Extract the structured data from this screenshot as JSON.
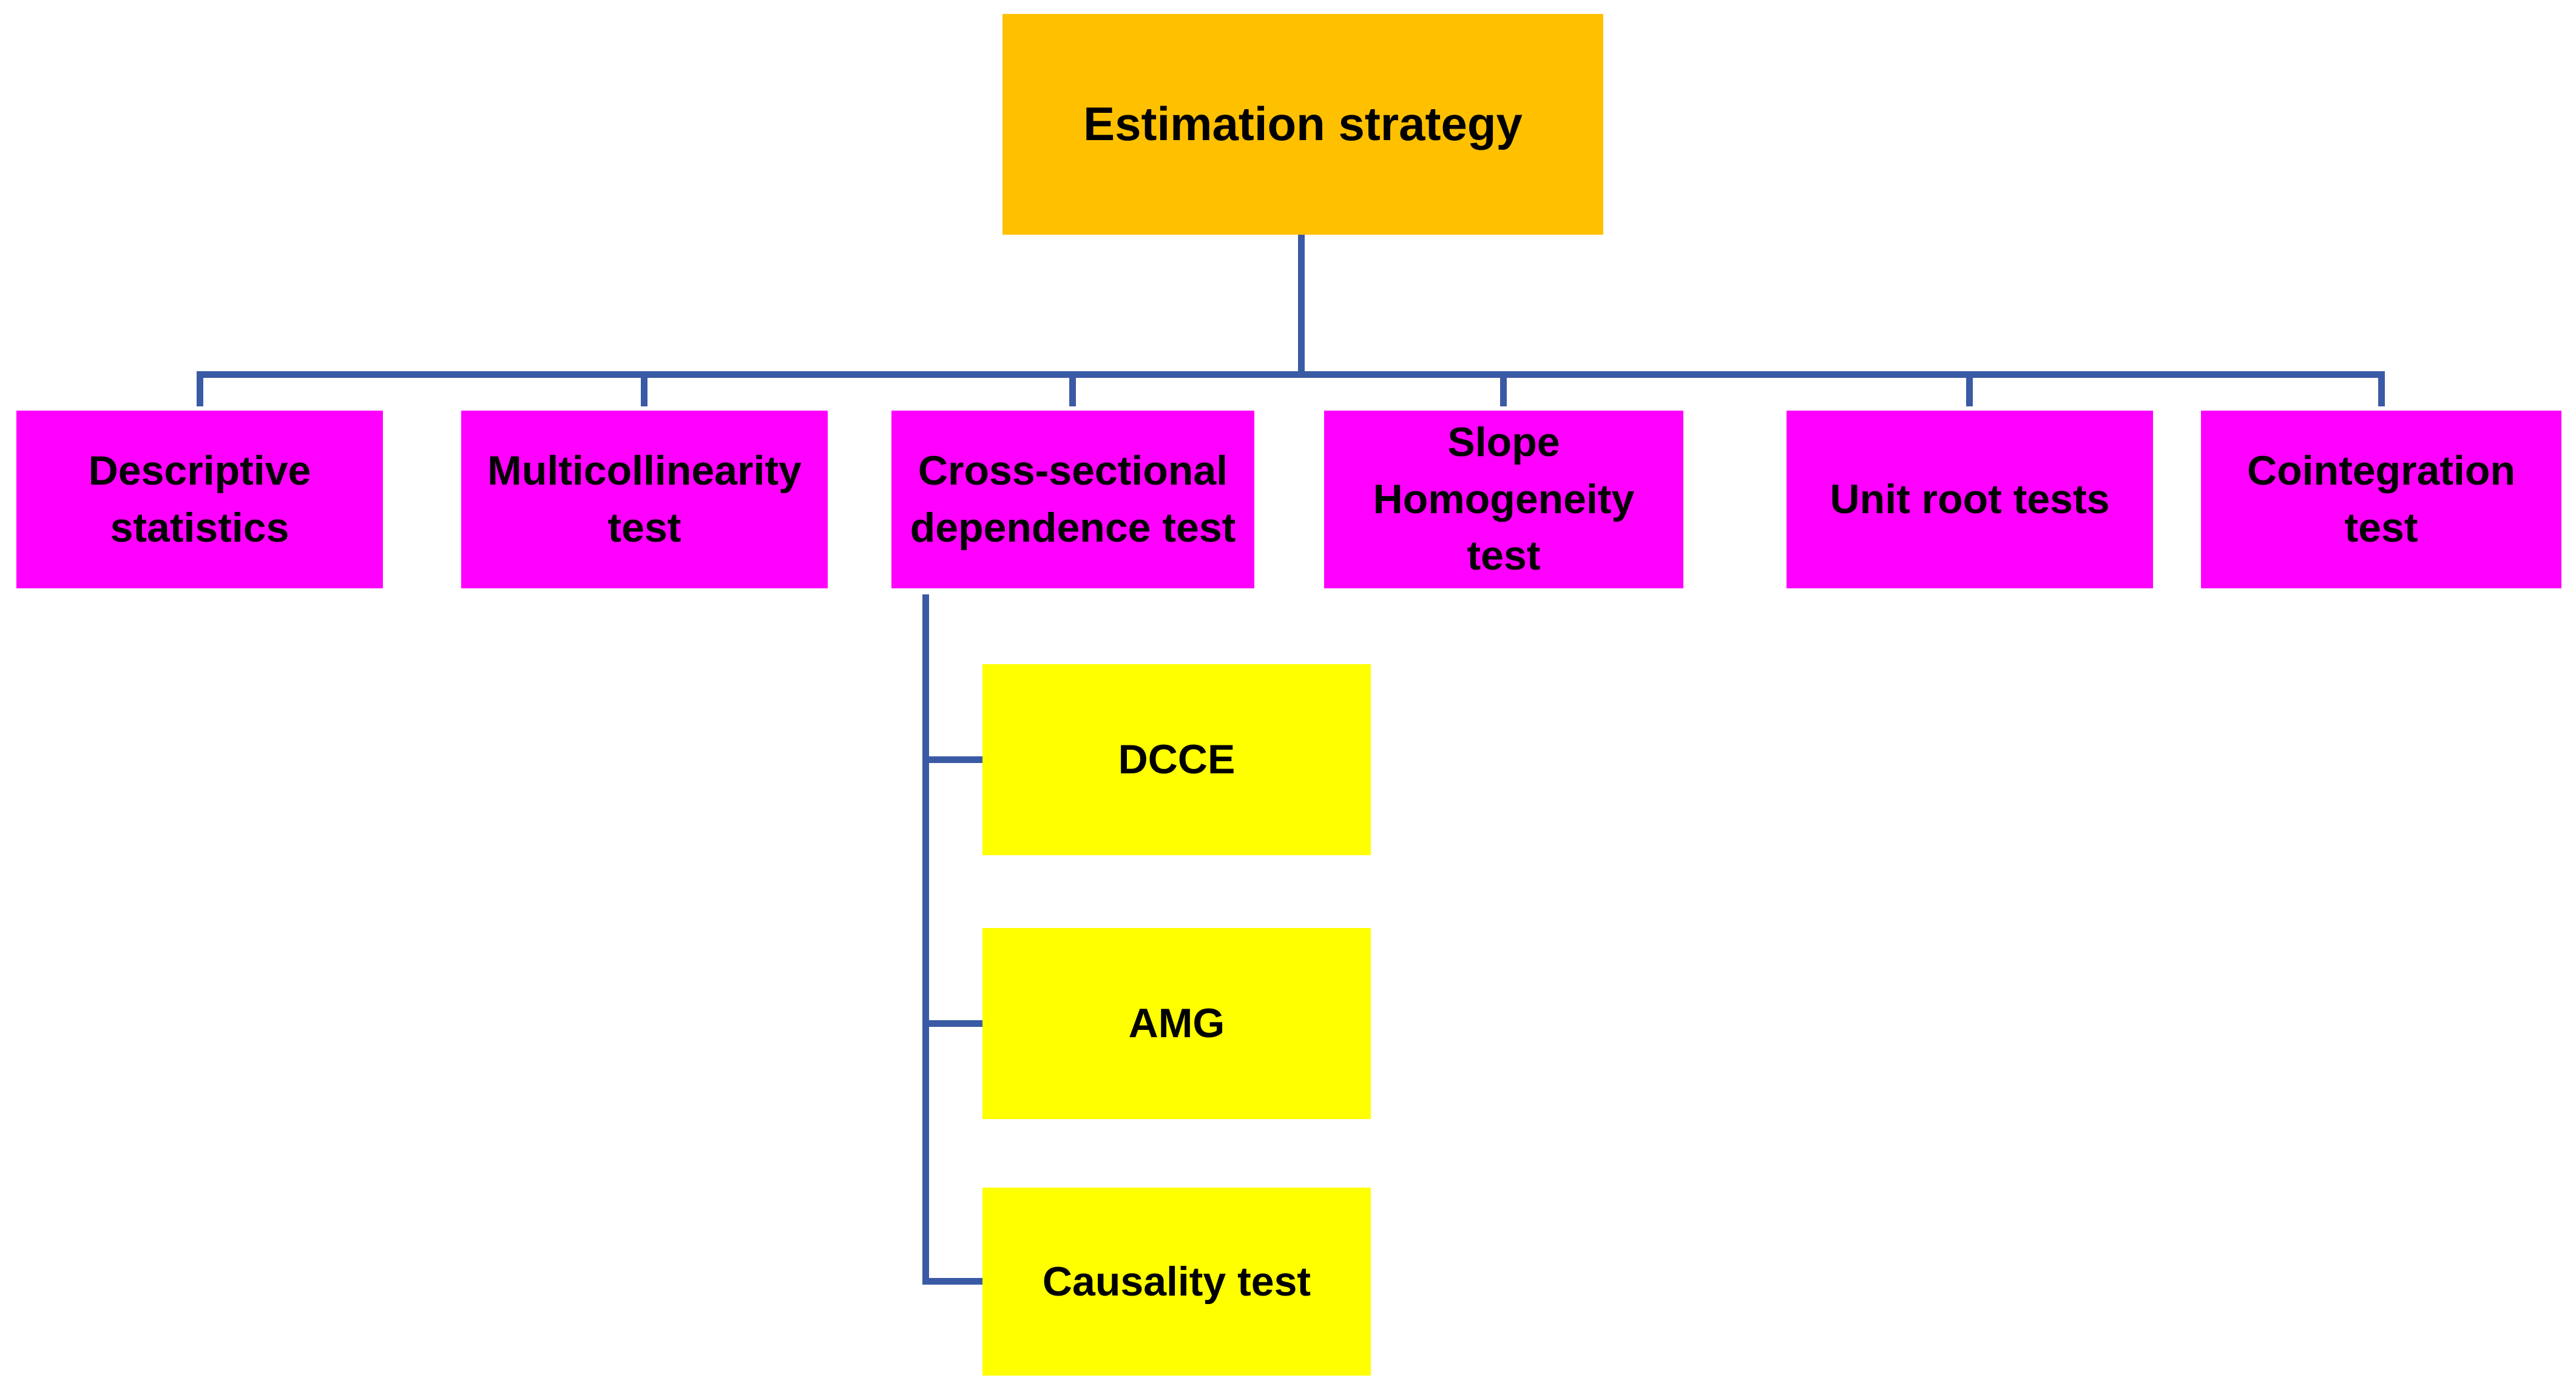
{
  "diagram": {
    "type": "hierarchy-flowchart",
    "root": {
      "label": "Estimation strategy"
    },
    "level2": [
      {
        "label": "Descriptive\nstatistics"
      },
      {
        "label": "Multicollinearity\ntest"
      },
      {
        "label": "Cross-sectional\ndependence test"
      },
      {
        "label": "Slope\nHomogeneity\ntest"
      },
      {
        "label": "Unit root tests"
      },
      {
        "label": "Cointegration\ntest"
      }
    ],
    "level3_parent": "Cross-sectional dependence test",
    "level3": [
      {
        "label": "DCCE"
      },
      {
        "label": "AMG"
      },
      {
        "label": "Causality test"
      }
    ],
    "colors": {
      "root_fill": "#FFC000",
      "level2_fill": "#FF00FF",
      "level3_fill": "#FFFF00",
      "connector": "#3A5AA5",
      "text": "#000000",
      "background": "#FFFFFF"
    }
  }
}
